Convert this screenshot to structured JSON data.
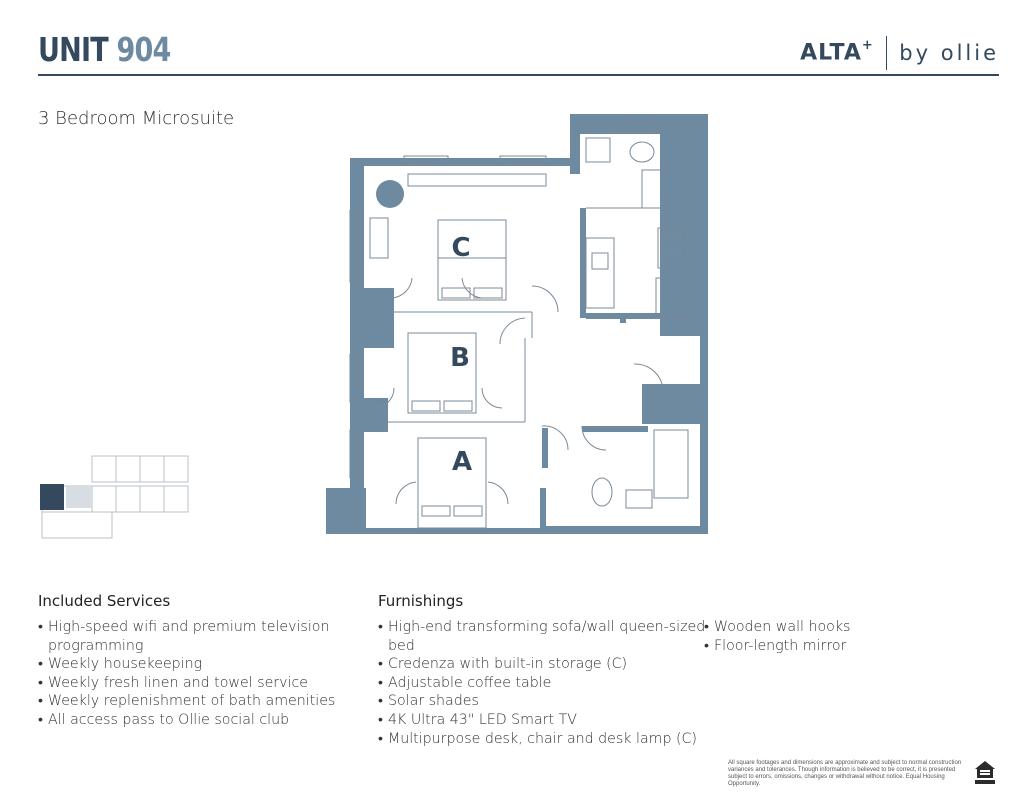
{
  "header": {
    "unit_word": "UNIT",
    "unit_number": "904",
    "brand_name": "ALTA",
    "brand_mark": "+",
    "brand_sub": "by ollie"
  },
  "unit_type": "3 Bedroom Microsuite",
  "floorplan": {
    "room_labels": [
      "C",
      "B",
      "A"
    ]
  },
  "included_services": {
    "heading": "Included Services",
    "items": [
      "High-speed wifi and premium television programming",
      "Weekly housekeeping",
      "Weekly fresh linen and towel service",
      "Weekly replenishment of bath amenities",
      "All access pass to Ollie social club"
    ]
  },
  "furnishings": {
    "heading": "Furnishings",
    "items_col1": [
      "High-end transforming sofa/wall queen-sized bed",
      "Credenza with built-in storage (C)",
      "Adjustable coffee table",
      "Solar shades",
      "4K Ultra 43\" LED Smart TV",
      "Multipurpose desk, chair and desk lamp (C)"
    ],
    "items_col2": [
      "Wooden wall hooks",
      "Floor-length mirror"
    ]
  },
  "disclaimer": "All square footages and dimensions are approximate and subject to normal construction variances and tolerances. Though information is believed to be correct, it is presented subject to errors, omissions, changes or withdrawal without notice. Equal Housing Opportunity.",
  "colors": {
    "wall": "#6e8aa0",
    "title_dark": "#34495e",
    "line": "#7a8a98"
  },
  "icons": {
    "equal_housing": "equal-housing-icon"
  }
}
